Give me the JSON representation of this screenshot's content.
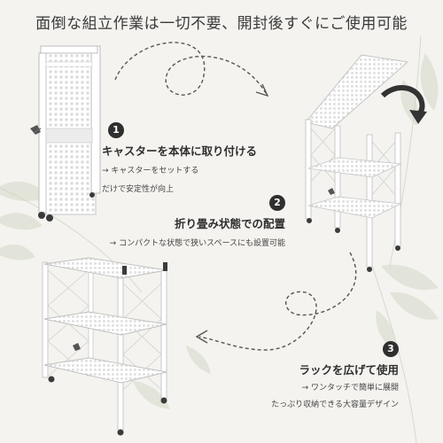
{
  "headline": "面倒な組立作業は一切不要、開封後すぐにご使用可能",
  "steps": [
    {
      "number": "1",
      "title": "キャスターを本体に取り付ける",
      "desc_line1": "→ キャスターをセットする",
      "desc_line2": "だけで安定性が向上"
    },
    {
      "number": "2",
      "title": "折り畳み状態での配置",
      "desc_line1": "→ コンパクトな状態で狭いスペースにも設置可能"
    },
    {
      "number": "3",
      "title": "ラックを広げて使用",
      "desc_line1": "→ ワンタッチで簡単に展開",
      "desc_line2": "たっぷり収納できる大容量デザイン"
    }
  ],
  "icons": {
    "arrows": "dashed-curved-arrow-icon",
    "rotate": "rotate-arrow-icon",
    "decoration": "leaf-icon"
  },
  "colors": {
    "background": "#f4f3ef",
    "rack": "#ffffff",
    "text": "#333333",
    "badge": "#2f2f2f"
  }
}
